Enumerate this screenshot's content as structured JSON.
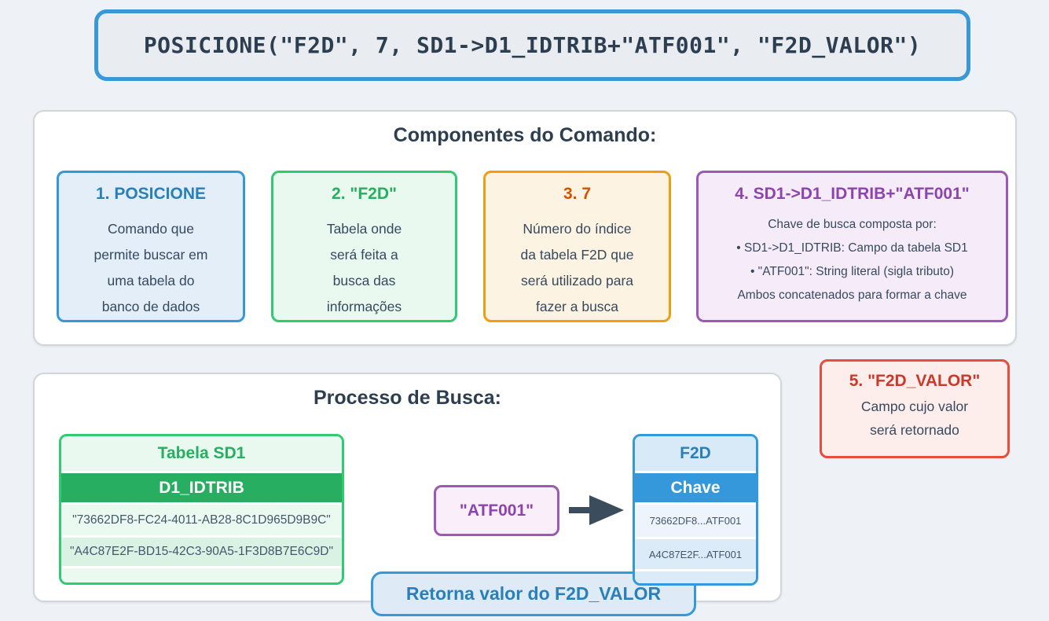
{
  "command": {
    "code": "POSICIONE(\"F2D\", 7, SD1->D1_IDTRIB+\"ATF001\", \"F2D_VALOR\")"
  },
  "components": {
    "title": "Componentes do Comando:",
    "cards": [
      {
        "title": "1. POSICIONE",
        "lines": [
          "Comando que",
          "permite buscar em",
          "uma tabela do",
          "banco de dados"
        ],
        "accent": "#2980b9"
      },
      {
        "title": "2. \"F2D\"",
        "lines": [
          "Tabela onde",
          "será feita a",
          "busca das",
          "informações"
        ],
        "accent": "#27ae60"
      },
      {
        "title": "3. 7",
        "lines": [
          "Número do índice",
          "da tabela F2D que",
          "será utilizado para",
          "fazer a busca"
        ],
        "accent": "#d35400"
      },
      {
        "title": "4. SD1->D1_IDTRIB+\"ATF001\"",
        "lines": [
          "Chave de busca composta por:",
          "• SD1->D1_IDTRIB: Campo da tabela SD1",
          "• \"ATF001\": String literal (sigla tributo)",
          "Ambos concatenados para formar a chave"
        ],
        "accent": "#8e44ad"
      }
    ]
  },
  "return_field_card": {
    "title": "5. \"F2D_VALOR\"",
    "lines": [
      "Campo cujo valor",
      "será retornado"
    ],
    "accent": "#cb392b"
  },
  "process": {
    "title": "Processo de Busca:",
    "sd1_table": {
      "title": "Tabela SD1",
      "column": "D1_IDTRIB",
      "rows": [
        "\"73662DF8-FC24-4011-AB28-8C1D965D9B9C\"",
        "\"A4C87E2F-BD15-42C3-90A5-1F3D8B7E6C9D\""
      ]
    },
    "search_key": "\"ATF001\"",
    "f2d_table": {
      "title": "F2D",
      "column": "Chave",
      "rows": [
        "73662DF8...ATF001",
        "A4C87E2F...ATF001"
      ]
    },
    "result_badge": "Retorna valor do F2D_VALOR"
  },
  "colors": {
    "page_bg": "#eef2f7",
    "code_border": "#3899d6",
    "blue": "#3498db",
    "green": "#2ecc71",
    "green_dark": "#27ae60",
    "orange": "#f39c12",
    "orange_text": "#d35400",
    "purple": "#9b59b6",
    "purple_text": "#8e44ad",
    "red": "#e74c3c",
    "dark_text": "#2c3e50",
    "arrow": "#3b4d5c"
  }
}
